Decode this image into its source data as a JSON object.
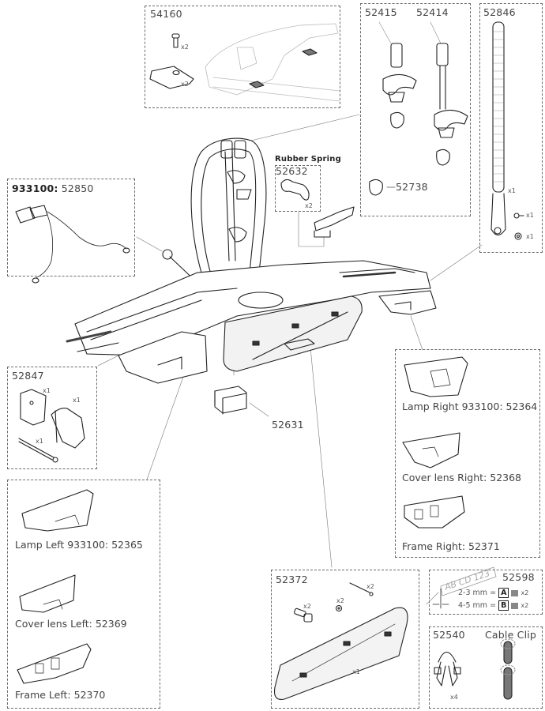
{
  "diagram": {
    "title": "Bike carrier exploded parts view",
    "accent_gray": "#6a6a6a",
    "boxes": {
      "b54160": {
        "number": "54160",
        "qty_screw": "x2",
        "qty_plate": "x2"
      },
      "b52415_52414": {
        "number_left": "52415",
        "number_right": "52414",
        "pad_number": "52738"
      },
      "b52846": {
        "number": "52846",
        "qty_strap": "x1",
        "qty_screw": "x1",
        "qty_washer": "x1"
      },
      "b52850": {
        "prefix": "933100:",
        "number": "52850"
      },
      "b52632": {
        "heading": "Rubber Spring",
        "number": "52632",
        "qty": "x2"
      },
      "b52847": {
        "number": "52847",
        "qty_bracket": "x1",
        "qty_clamp": "x1",
        "qty_bolt": "x1"
      },
      "b52631": {
        "number": "52631"
      },
      "right_lamp": {
        "lamp": "Lamp Right 933100: 52364",
        "cover": "Cover lens Right: 52368",
        "frame": "Frame Right: 52371"
      },
      "left_lamp": {
        "lamp": "Lamp Left 933100: 52365",
        "cover": "Cover lens Left: 52369",
        "frame": "Frame Left: 52370"
      },
      "b52372": {
        "number": "52372",
        "qty_bolt": "x2",
        "qty_washer": "x2",
        "qty_knob": "x2",
        "qty_plate": "x1"
      },
      "b52598": {
        "number": "52598",
        "plate_text": "AB CD 123",
        "row_a": "2-3 mm =",
        "key_a": "A",
        "qty_a": "x2",
        "row_b": "4-5 mm =",
        "key_b": "B",
        "qty_b": "x2"
      },
      "b52540": {
        "number": "52540",
        "clip_title": "Cable Clip",
        "qty": "x4"
      }
    }
  }
}
